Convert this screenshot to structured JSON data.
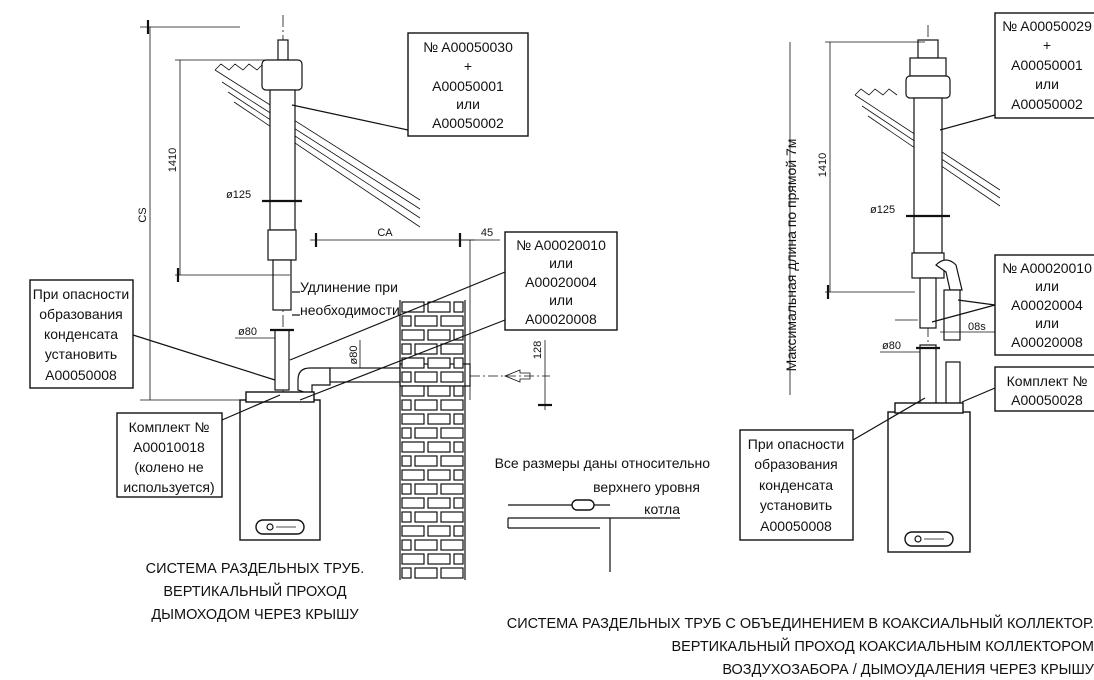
{
  "left": {
    "callout_top": [
      "№ A00050030",
      "+",
      "A00050001",
      "или",
      "A00050002"
    ],
    "callout_mid": [
      "№ A00020010",
      "или",
      "A00020004",
      "или",
      "A00020008"
    ],
    "callout_left": [
      "При опасности",
      "образования",
      "конденсата",
      "установить",
      "A00050008"
    ],
    "callout_kit": [
      "Комплект №",
      "A00010018",
      "(колено не",
      "используется)"
    ],
    "extension_label": [
      "Удлинение при",
      "необходимости"
    ],
    "dims": {
      "cs": "CS",
      "h1410": "1410",
      "d125": "ø125",
      "d80a": "ø80",
      "d80b": "ø80",
      "ca": "CA",
      "d45": "45",
      "d128": "128"
    },
    "note": [
      "Все размеры даны относительно",
      "верхнего уровня",
      "котла"
    ],
    "caption": [
      "СИСТЕМА РАЗДЕЛЬНЫХ ТРУБ.",
      "ВЕРТИКАЛЬНЫЙ ПРОХОД",
      "ДЫМОХОДОМ ЧЕРЕЗ КРЫШУ"
    ]
  },
  "right": {
    "max_length_label": "Максимальная длина по прямой 7м",
    "callout_top": [
      "№ A00050029",
      "+",
      "A00050001",
      "или",
      "A00050002"
    ],
    "callout_mid": [
      "№ A00020010",
      "или",
      "A00020004",
      "или",
      "A00020008"
    ],
    "callout_kit": [
      "Комплект №",
      "A00050028"
    ],
    "callout_cond": [
      "При опасности",
      "образования",
      "конденсата",
      "установить",
      "A00050008"
    ],
    "dims": {
      "h1410": "1410",
      "d125": "ø125",
      "d80": "ø80",
      "d80s": "08s"
    },
    "caption": [
      "СИСТЕМА РАЗДЕЛЬНЫХ ТРУБ С ОБЪЕДИНЕНИЕМ В КОАКСИАЛЬНЫЙ КОЛЛЕКТОР.",
      "ВЕРТИКАЛЬНЫЙ ПРОХОД КОАКСИАЛЬНЫМ КОЛЛЕКТОРОМ",
      "ВОЗДУХОЗАБОРА / ДЫМОУДАЛЕНИЯ ЧЕРЕЗ КРЫШУ"
    ]
  }
}
